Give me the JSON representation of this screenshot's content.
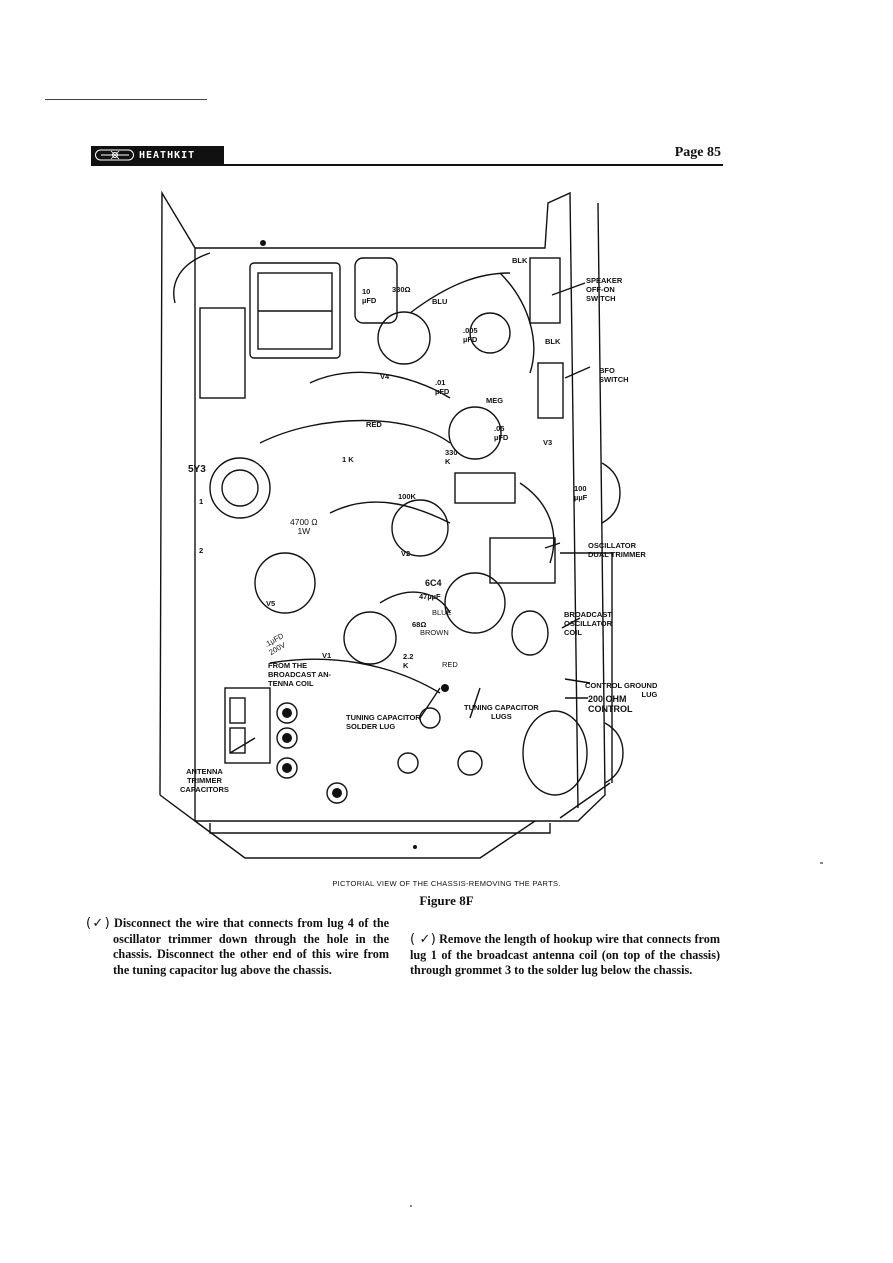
{
  "header": {
    "brand": "HEATHKIT",
    "page_label": "Page 85"
  },
  "figure": {
    "callouts": {
      "speaker_switch": "SPEAKER\nOFF-ON\nSWITCH",
      "blk_top": "BLK",
      "blk_mid": "BLK",
      "bfo_switch": "BFO\nSWITCH",
      "cap_10ufd": "10\nµFD",
      "r330": "330Ω",
      "blu": "BLU",
      "cap_005": ".005\nµFD",
      "cap_01": ".01\nµFD",
      "v4": "V4",
      "meg": "MEG",
      "cap_05": ".05\nµFD",
      "v3": "V3",
      "red": "RED",
      "r1k": "1 K",
      "r330k": "330\nK",
      "r100k": "100K",
      "c100": "100\nµµF",
      "tube_5y3": "5Y3",
      "r4700": "4700 Ω\n1W",
      "v2": "V2",
      "osc_trimmer": "OSCILLATOR\nDUAL TRIMMER",
      "tube_6c4": "6C4",
      "c47": "47µµF",
      "v5": "V5",
      "blue": "BLUE",
      "r68": "68Ω",
      "brown": "BROWN",
      "bc_osc_coil": "BROADCAST\nOSCILLATOR\nCOIL",
      "v1": "V1",
      "cap_200v": ".1µFD\n200V",
      "from_coil": "FROM THE\nBROADCAST AN-\nTENNA COIL",
      "r2_2k": "2.2\nK",
      "red2": "RED",
      "ctrl_ground": "CONTROL GROUND\nLUG",
      "ohm_control": "200 OHM\nCONTROL",
      "tuning_solder": "TUNING CAPACITOR\nSOLDER LUG",
      "tuning_lugs": "TUNING CAPACITOR\nLUGS",
      "antenna_trimmer": "ANTENNA\nTRIMMER\nCAPACITORS",
      "lug1": "1",
      "lug2": "2"
    },
    "caption": "PICTORIAL VIEW OF THE CHASSIS-REMOVING THE PARTS.",
    "label": "Figure 8F"
  },
  "steps": [
    {
      "check": "(✓)",
      "text": "Disconnect the wire that connects from lug 4 of the oscillator trimmer down through the hole in the chassis. Disconnect the other end of this wire from the tuning capacitor lug above the chassis."
    },
    {
      "check": "( ✓)",
      "text": "Remove the length of hookup wire that connects from lug 1 of the broadcast antenna coil (on top of the chassis) through grommet 3 to the solder lug below the chassis."
    }
  ]
}
